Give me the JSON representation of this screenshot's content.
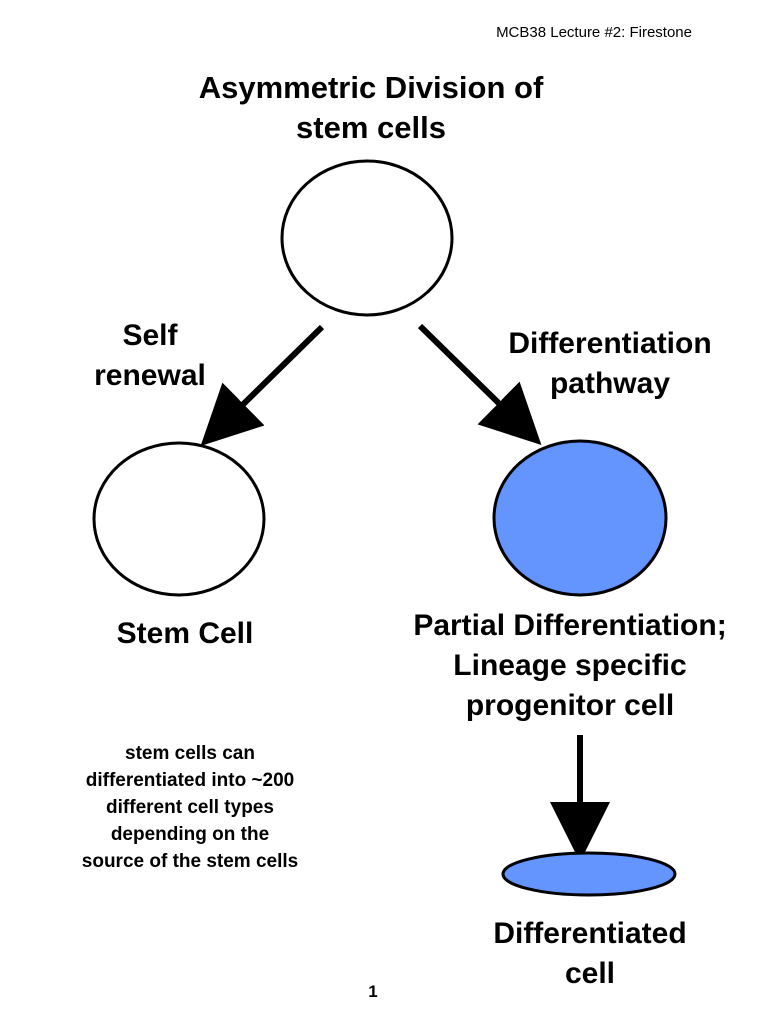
{
  "header": "MCB38 Lecture #2: Firestone",
  "title_lines": [
    "Asymmetric Division of",
    "stem cells"
  ],
  "left_branch_label_lines": [
    "Self",
    "renewal"
  ],
  "right_branch_label_lines": [
    "Differentiation",
    "pathway"
  ],
  "stem_cell_label": "Stem Cell",
  "progenitor_label_lines": [
    "Partial Differentiation;",
    "Lineage specific",
    "progenitor cell"
  ],
  "note_lines": [
    "stem cells can",
    "differentiated into ~200",
    "different cell types",
    "depending on the",
    "source of the stem cells"
  ],
  "differentiated_label_lines": [
    "Differentiated",
    "cell"
  ],
  "page_number": "1",
  "colors": {
    "stem_cell_fill": "#ffffff",
    "differentiated_fill": "#6495ff",
    "outline": "#000000"
  }
}
